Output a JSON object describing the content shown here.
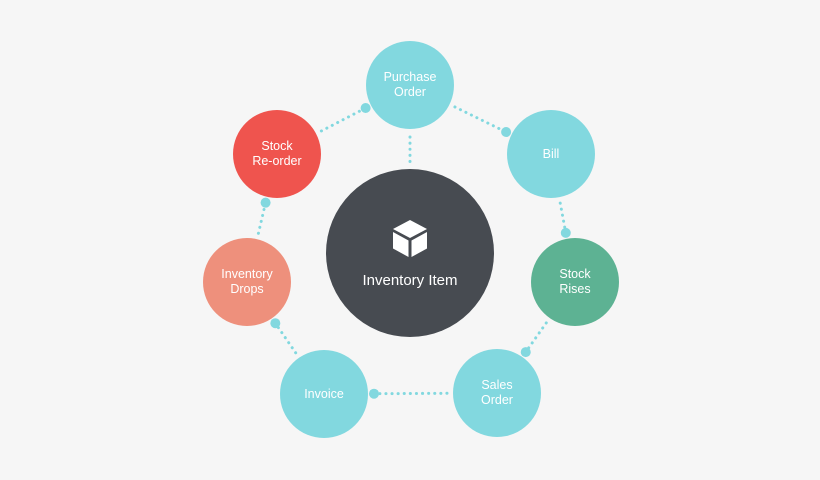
{
  "diagram": {
    "center": {
      "label": "Inventory Item",
      "icon": "box-icon",
      "color": "#474b51"
    },
    "nodes": [
      {
        "id": "purchase-order",
        "label": "Purchase\nOrder",
        "color": "#82d8df"
      },
      {
        "id": "bill",
        "label": "Bill",
        "color": "#82d8df"
      },
      {
        "id": "stock-rises",
        "label": "Stock\nRises",
        "color": "#5db293"
      },
      {
        "id": "sales-order",
        "label": "Sales\nOrder",
        "color": "#82d8df"
      },
      {
        "id": "invoice",
        "label": "Invoice",
        "color": "#82d8df"
      },
      {
        "id": "inventory-drops",
        "label": "Inventory\nDrops",
        "color": "#ee907c"
      },
      {
        "id": "stock-reorder",
        "label": "Stock\nRe-order",
        "color": "#ef544e"
      }
    ],
    "connector_color": "#82d8df"
  }
}
